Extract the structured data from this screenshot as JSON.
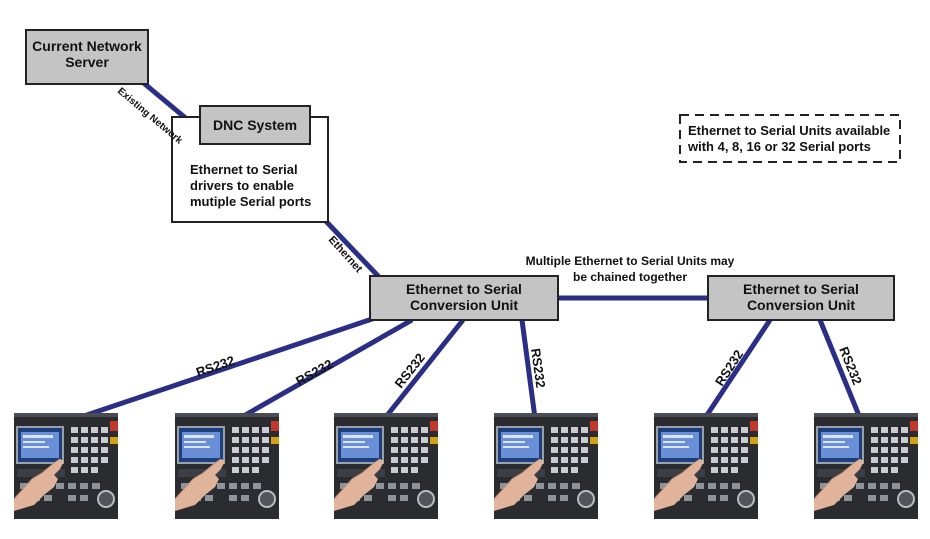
{
  "colors": {
    "link": "#2b2e85",
    "box_fill_gray": "#c4c4c4",
    "box_fill_white": "#ffffff",
    "box_border": "#222222",
    "text": "#111111"
  },
  "nodes": {
    "server": {
      "lines": [
        "Current Network",
        "Server"
      ]
    },
    "dnc": {
      "title": "DNC System",
      "desc": [
        "Ethernet to Serial",
        "drivers to enable",
        "mutiple Serial ports"
      ]
    },
    "unit1": {
      "lines": [
        "Ethernet to Serial",
        "Conversion Unit"
      ]
    },
    "unit2": {
      "lines": [
        "Ethernet to Serial",
        "Conversion Unit"
      ]
    },
    "note": {
      "lines": [
        "Ethernet to Serial Units  available",
        "with 4, 8, 16 or 32 Serial ports"
      ]
    }
  },
  "labels": {
    "existing_network": "Existing Network",
    "ethernet": "Ethernet",
    "chain": [
      "Multiple Ethernet to Serial Units may",
      "be chained together"
    ],
    "rs232": "RS232"
  },
  "machines": {
    "count": 6,
    "icon": "cnc-control-panel-icon"
  }
}
